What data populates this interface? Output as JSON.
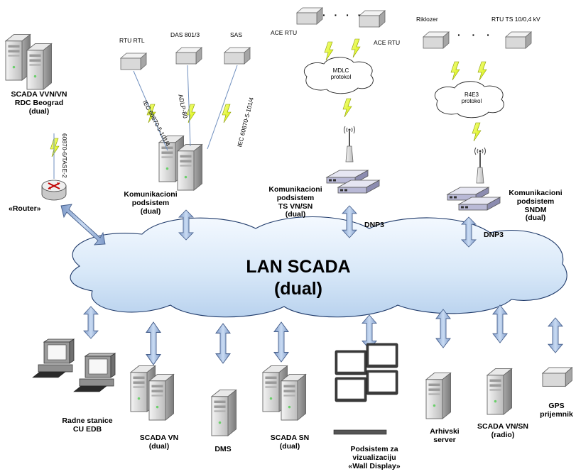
{
  "lan": {
    "line1": "LAN SCADA",
    "line2": "(dual)"
  },
  "mdlc": {
    "line1": "MDLC",
    "line2": "protokol"
  },
  "r4e3": {
    "line1": "R4E3",
    "line2": "protokol"
  },
  "scada_vvn": {
    "line1": "SCADA VVN/VN",
    "line2": "RDC Beograd",
    "line3": "(dual)"
  },
  "link_iccp": "60870-6/TASE-2",
  "router": "«Router»",
  "rtu": {
    "rtl": "RTU RTL",
    "das": "DAS 801/3",
    "sas": "SAS"
  },
  "links": {
    "iec1": "IEC 60870-5-101/4",
    "adlp": "ADLP-80",
    "iec2": "IEC 60870-5-101/4"
  },
  "kom_dual": {
    "line1": "Komunikacioni",
    "line2": "podsistem",
    "line3": "(dual)"
  },
  "ace": {
    "left": "ACE RTU",
    "right": "ACE RTU"
  },
  "dots": {
    "ace": "· · · ·",
    "rik": "· · ·"
  },
  "kom_ts": {
    "line1": "Komunikacioni",
    "line2": "podsistem",
    "line3": "TS VN/SN",
    "line4": "(dual)"
  },
  "dnp3_a": "DNP3",
  "rik": {
    "left": "Riklozer",
    "right": "RTU TS 10/0,4 kV"
  },
  "kom_sndm": {
    "line1": "Komunikacioni",
    "line2": "podsistem",
    "line3": "SNDM",
    "line4": "(dual)"
  },
  "dnp3_b": "DNP3",
  "radne": {
    "line1": "Radne stanice",
    "line2": "CU EDB"
  },
  "scada_vn": {
    "line1": "SCADA VN",
    "line2": "(dual)"
  },
  "dms": "DMS",
  "scada_sn": {
    "line1": "SCADA SN",
    "line2": "(dual)"
  },
  "wall": {
    "line1": "Podsistem za",
    "line2": "vizualizaciju",
    "line3": "«Wall Display»"
  },
  "arhiv": {
    "line1": "Arhivski",
    "line2": "server"
  },
  "scada_radio": {
    "line1": "SCADA VN/SN",
    "line2": "(radio)"
  },
  "gps": {
    "line1": "GPS",
    "line2": "prijemnik"
  }
}
